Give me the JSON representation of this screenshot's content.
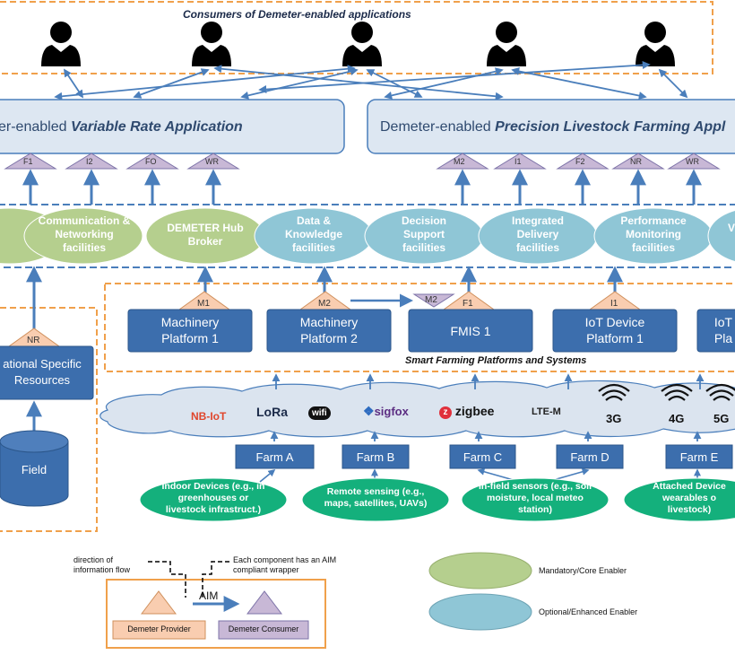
{
  "consumers_title": "Consumers of Demeter-enabled applications",
  "apps": [
    {
      "prefix": "er-enabled ",
      "name": "Variable Rate Application"
    },
    {
      "prefix": "Demeter-enabled ",
      "name": "Precision Livestock Farming Appl"
    }
  ],
  "app_interfaces": [
    "F1",
    "I2",
    "FO",
    "WR",
    "M2",
    "I1",
    "F2",
    "NR",
    "WR"
  ],
  "enablers": [
    {
      "label": "",
      "type": "core"
    },
    {
      "label": "Communication & Networking facilities",
      "type": "core"
    },
    {
      "label": "DEMETER Hub Broker",
      "type": "core"
    },
    {
      "label": "Data & Knowledge facilities",
      "type": "optional"
    },
    {
      "label": "Decision Support facilities",
      "type": "optional"
    },
    {
      "label": "Integrated Delivery facilities",
      "type": "optional"
    },
    {
      "label": "Performance Monitoring facilities",
      "type": "optional"
    },
    {
      "label": "V",
      "type": "optional"
    }
  ],
  "platforms": [
    {
      "label": "Machinery Platform 1",
      "aim": "M1"
    },
    {
      "label": "Machinery Platform 2",
      "aim": "M2"
    },
    {
      "label": "FMIS 1",
      "aim": "F1",
      "consumer_aim": "M2"
    },
    {
      "label": "IoT Device Platform 1",
      "aim": "I1"
    },
    {
      "label": "IoT Pla"
    }
  ],
  "platforms_title": "Smart Farming Platforms and Systems",
  "national": {
    "label": "ational Specific Resources",
    "aim": "NR"
  },
  "field": "Field",
  "network_techs": [
    "NB-IoT",
    "LoRa",
    "wifi",
    "sigfox",
    "zigbee",
    "LTE-M",
    "3G",
    "4G",
    "5G"
  ],
  "farms": [
    "Farm A",
    "Farm B",
    "Farm C",
    "Farm D",
    "Farm E"
  ],
  "devices": [
    "Indoor Devices (e.g., in greenhouses or livestock infrastruct.)",
    "Remote sensing (e.g., maps, satellites, UAVs)",
    "In-field sensors (e.g., soil moisture, local meteo station)",
    "Attached Device wearables o livestock)"
  ],
  "legend": {
    "direction_note": "direction of information flow",
    "wrapper_note": "Each component has an AIM compliant wrapper",
    "aim": "AIM",
    "provider": "Demeter Provider",
    "consumer": "Demeter Consumer",
    "core": "Mandatory/Core Enabler",
    "optional": "Optional/Enhanced Enabler"
  },
  "colors": {
    "core": "#b5cf8e",
    "optional": "#8fc6d6",
    "platform": "#3c6ead",
    "device": "#14b07c",
    "dashed": "#f0a04b",
    "provider_tri": "#f9cdb0",
    "consumer_tri": "#c8b8d6",
    "app_box": "#dde7f2",
    "arrow": "#4a7ebb"
  }
}
